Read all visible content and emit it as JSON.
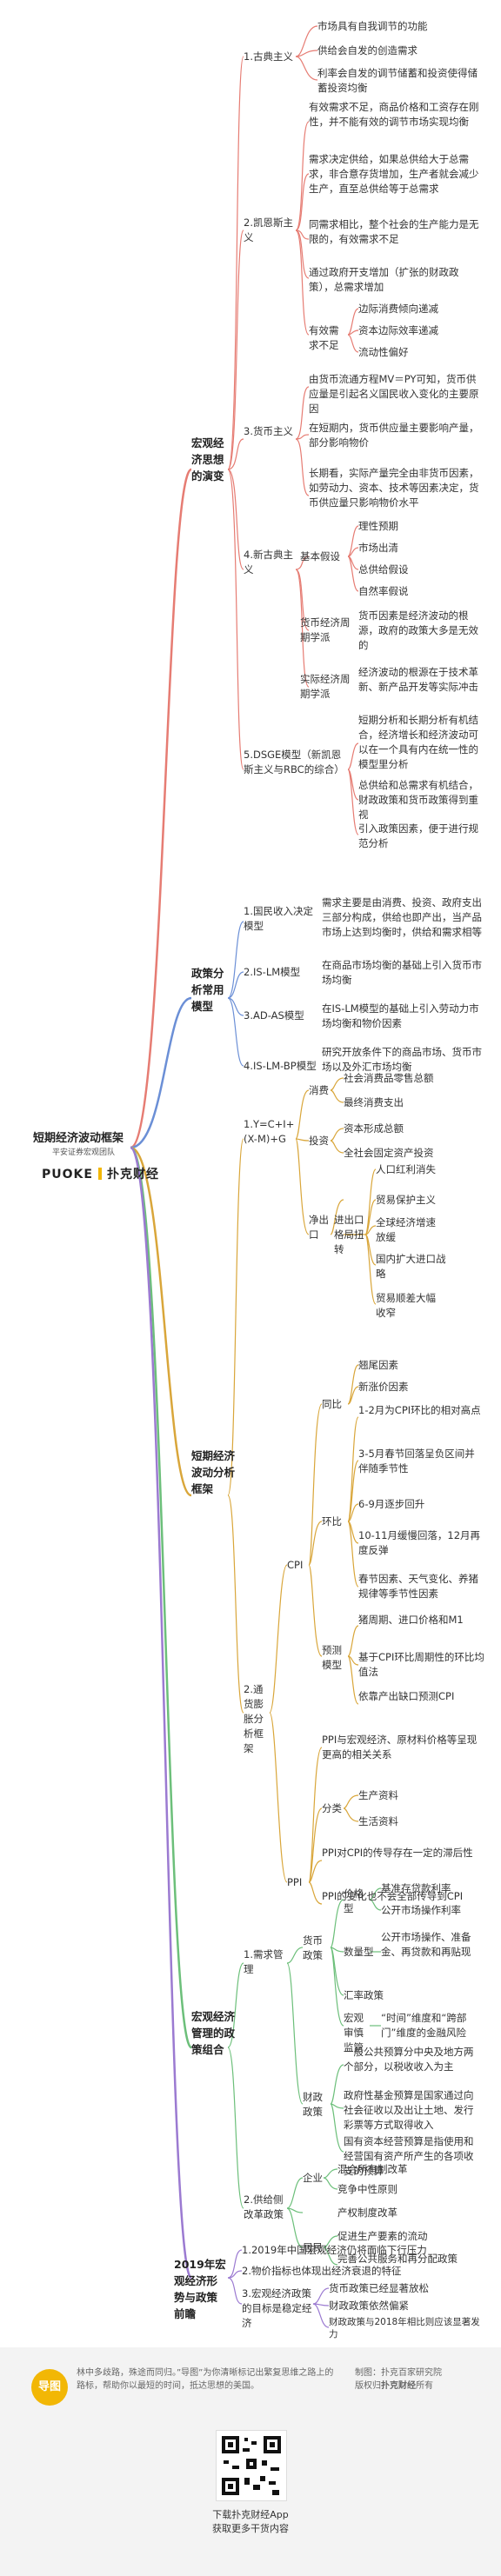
{
  "header": {
    "title": "短期经济波动框架",
    "subtitle": "平安证券宏观团队",
    "logo": "PUOKE",
    "logo_cn": "扑克财经"
  },
  "macro": {
    "title": "宏观经济思想的演变",
    "classical": {
      "label": "1.古典主义",
      "items": [
        "市场具有自我调节的功能",
        "供给会自发的创造需求",
        "利率会自发的调节储蓄和投资使得储蓄投资均衡"
      ]
    },
    "keynes": {
      "label": "2.凯恩斯主义",
      "items": [
        "有效需求不足，商品价格和工资存在刚性，并不能有效的调节市场实现均衡",
        "需求决定供给，如果总供给大于总需求，非合意存货增加，生产者就会减少生产，直至总供给等于总需求",
        "同需求相比，整个社会的生产能力是无限的，有效需求不足",
        "通过政府开支增加（扩张的财政政策），总需求增加"
      ],
      "insufficient": {
        "label": "有效需求不足",
        "items": [
          "边际消费倾向递减",
          "资本边际效率递减",
          "流动性偏好"
        ]
      }
    },
    "monetarism": {
      "label": "3.货币主义",
      "items": [
        "由货币流通方程MV＝PY可知，货币供应量是引起名义国民收入变化的主要原因",
        "在短期内，货币供应量主要影响产量，部分影响物价",
        "长期看，实际产量完全由非货币因素，如劳动力、资本、技术等因素决定，货币供应量只影响物价水平"
      ]
    },
    "newclassical": {
      "label": "4.新古典主义",
      "basic": {
        "label": "基本假设",
        "items": [
          "理性预期",
          "市场出清",
          "总供给假设",
          "自然率假说"
        ]
      },
      "monetary": {
        "label": "货币经济周期学派",
        "item": "货币因素是经济波动的根源，政府的政策大多是无效的"
      },
      "real": {
        "label": "实际经济周期学派",
        "item": "经济波动的根源在于技术革新、新产品开发等实际冲击"
      }
    },
    "dsge": {
      "label": "5.DSGE模型（新凯恩斯主义与RBC的综合）",
      "items": [
        "短期分析和长期分析有机结合，经济增长和经济波动可以在一个具有内在统一性的模型里分析",
        "总供给和总需求有机结合，财政政策和货币政策得到重视",
        "引入政策因素，便于进行规范分析"
      ]
    }
  },
  "models": {
    "title": "政策分析常用模型",
    "items": [
      {
        "label": "1.国民收入决定模型",
        "desc": "需求主要是由消费、投资、政府支出三部分构成，供给也即产出，当产品市场上达到均衡时，供给和需求相等"
      },
      {
        "label": "2.IS-LM模型",
        "desc": "在商品市场均衡的基础上引入货币市场均衡"
      },
      {
        "label": "3.AD-AS模型",
        "desc": "在IS-LM模型的基础上引入劳动力市场均衡和物价因素"
      },
      {
        "label": "4.IS-LM-BP模型",
        "desc": "研究开放条件下的商品市场、货币市场以及外汇市场均衡"
      }
    ]
  },
  "short": {
    "title": "短期经济波动分析框架",
    "gdp": {
      "label": "1.Y=C+I+(X-M)+G",
      "consumption": {
        "label": "消费",
        "items": [
          "社会消费品零售总额",
          "最终消费支出"
        ]
      },
      "investment": {
        "label": "投资",
        "items": [
          "资本形成总额",
          "全社会固定资产投资"
        ]
      },
      "netexport": {
        "label": "净出口",
        "sub": "进出口格局扭转",
        "items": [
          "人口红利消失",
          "贸易保护主义",
          "全球经济增速放缓",
          "国内扩大进口战略",
          "贸易顺差大幅收窄"
        ]
      }
    },
    "inflation": {
      "label": "2.通货膨胀分析框架",
      "cpi": {
        "label": "CPI",
        "yoy": {
          "label": "同比",
          "items": [
            "翘尾因素",
            "新涨价因素"
          ]
        },
        "mom": {
          "label": "环比",
          "items": [
            "1-2月为CPI环比的相对高点",
            "3-5月春节回落呈负区间并伴随季节性",
            "6-9月逐步回升",
            "10-11月缓慢回落，12月再度反弹",
            "春节因素、天气变化、养猪规律等季节性因素"
          ]
        },
        "forecast": {
          "label": "预测模型",
          "items": [
            "猪周期、进口价格和M1",
            "基于CPI环比周期性的环比均值法",
            "依靠产出缺口预测CPI"
          ]
        }
      },
      "ppi": {
        "label": "PPI",
        "items": [
          "PPI与宏观经济、原材料价格等呈现更高的相关关系",
          "PPI对CPI的传导存在一定的滞后性",
          "PPI的变化也不会全部传导到CPI"
        ],
        "classify": {
          "label": "分类",
          "items": [
            "生产资料",
            "生活资料"
          ]
        }
      }
    }
  },
  "policy": {
    "title": "宏观经济管理的政策组合",
    "demand": {
      "label": "1.需求管理",
      "monetary": {
        "label": "货币政策",
        "price": {
          "label": "价格型",
          "items": [
            "基准存贷款利率",
            "公开市场操作利率"
          ]
        },
        "quantity": {
          "label": "数量型",
          "items": [
            "公开市场操作、准备金、再贷款和再贴现"
          ]
        },
        "fx": {
          "label": "汇率政策"
        },
        "prudential": {
          "label": "宏观审慎监管",
          "items": [
            "“时间”维度和“跨部门”维度的金融风险"
          ]
        }
      },
      "fiscal": {
        "label": "财政政策",
        "items": [
          "一般公共预算分中央及地方两个部分，以税收收入为主",
          "政府性基金预算是国家通过向社会征收以及出让土地、发行彩票等方式取得收入",
          "国有资本经营预算是指使用和经营国有资产所产生的各项收支的预算"
        ]
      }
    },
    "supply": {
      "label": "2.供给侧改革政策",
      "enterprise": {
        "label": "企业",
        "items": [
          "混合所有制改革",
          "竞争中性原则"
        ]
      },
      "property": {
        "label": "产权制度改革"
      },
      "resident": {
        "label": "居民",
        "items": [
          "促进生产要素的流动",
          "完善公共服务和再分配政策"
        ]
      }
    }
  },
  "outlook": {
    "title": "2019年宏观经济形势与政策前瞻",
    "items": [
      "1.2019年中国宏观经济仍将面临下行压力",
      "2.物价指标也体现出经济衰退的特征"
    ],
    "third": {
      "label": "3.宏观经济政策的目标是稳定经济",
      "items": [
        "货币政策已经显著放松",
        "财政政策依然偏紧",
        "财政政策与2018年相比则应该显著发力"
      ]
    }
  },
  "footer": {
    "badge": "导图",
    "guide": "林中多歧路，殊途而同归。”导图”为你清晰标记出繁复思维之路上的路标，帮助你以最短的时间，抵达思想的美国。",
    "maker_label": "制图：扑克百家研究院",
    "copyright_label": "版权归",
    "copyright_owner": "扑克财经",
    "copyright_suffix": "所有",
    "cta1": "下载扑克财经App",
    "cta2": "获取更多干货内容"
  },
  "colors": {
    "macro_line": "#e67c73",
    "model_line": "#6b8fd6",
    "short_line": "#d9a63a",
    "policy_line": "#6cbf7a",
    "outlook_line": "#9b7ad1",
    "accent": "#f2b705"
  }
}
